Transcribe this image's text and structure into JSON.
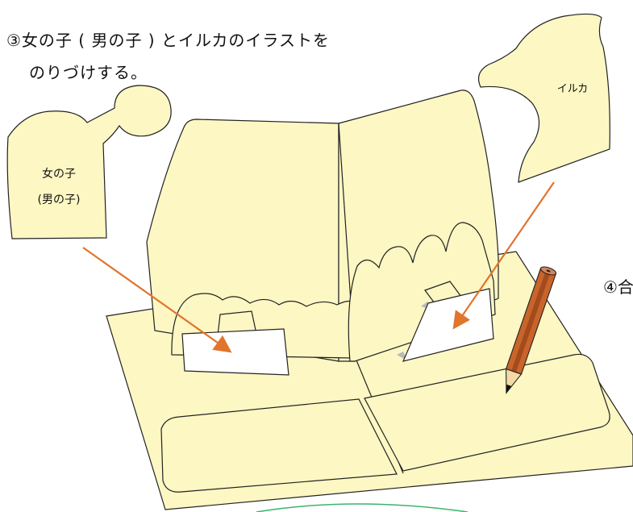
{
  "instruction": {
    "line1": "③女の子 ( 男の子 ) とイルカのイラストを",
    "line2": "のりづけする。"
  },
  "labels": {
    "girl_line1": "女の子",
    "girl_line2": "(男の子)",
    "dolphin": "イルカ"
  },
  "next_step": "④合",
  "colors": {
    "paper": "#fdf7c3",
    "arrow": "#e0752d",
    "pencil_body": "#c9642a",
    "pencil_dark": "#a24b1c",
    "pencil_wood": "#f3d9a6",
    "line": "#222222",
    "circle_guide": "#3db36b"
  }
}
